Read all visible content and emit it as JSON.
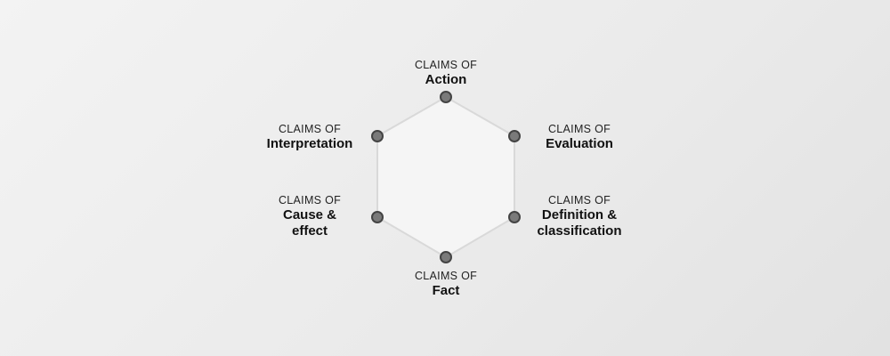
{
  "diagram": {
    "nodes": [
      {
        "prefix": "CLAIMS OF",
        "name": "Action"
      },
      {
        "prefix": "CLAIMS OF",
        "name": "Evaluation"
      },
      {
        "prefix": "CLAIMS OF",
        "name": "Definition &\nclassification"
      },
      {
        "prefix": "CLAIMS OF",
        "name": "Fact"
      },
      {
        "prefix": "CLAIMS OF",
        "name": "Cause &\neffect"
      },
      {
        "prefix": "CLAIMS OF",
        "name": "Interpretation"
      }
    ],
    "colors": {
      "hexagon_fill": "#f5f5f5",
      "hexagon_stroke": "#d9d9d9",
      "node_fill": "#7a7a7a",
      "node_stroke": "#444444"
    }
  }
}
